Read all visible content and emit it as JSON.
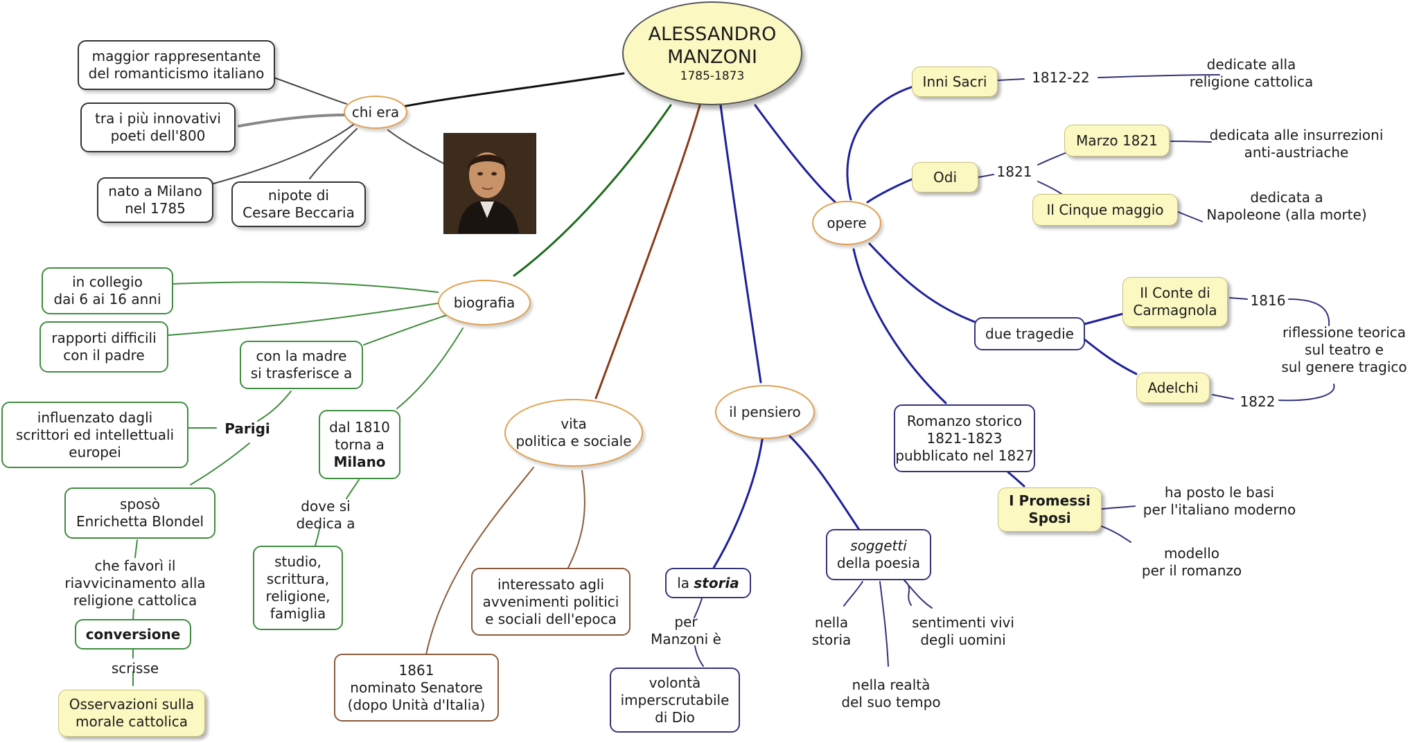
{
  "center": {
    "title_line1": "ALESSANDRO",
    "title_line2": "MANZONI",
    "years": "1785-1873"
  },
  "chi_era": {
    "label": "chi era",
    "rappresentante": [
      "maggior rappresentante",
      "del romanticismo italiano"
    ],
    "innovativi": [
      "tra i più innovativi",
      "poeti dell'800"
    ],
    "nato": [
      "nato a Milano",
      "nel 1785"
    ],
    "nipote": [
      "nipote di",
      "Cesare Beccaria"
    ]
  },
  "biografia": {
    "label": "biografia",
    "collegio": [
      "in collegio",
      "dai 6 ai 16 anni"
    ],
    "rapporti": [
      "rapporti difficili",
      "con il padre"
    ],
    "madre": [
      "con la madre",
      "si trasferisce a"
    ],
    "parigi": "Parigi",
    "influenzato": [
      "influenzato dagli",
      "scrittori ed intellettuali",
      "europei"
    ],
    "sposo": [
      "sposò",
      "Enrichetta Blondel"
    ],
    "favori": [
      "che favorì il",
      "riavvicinamento alla",
      "religione cattolica"
    ],
    "conversione": "conversione",
    "scrisse": "scrisse",
    "osservazioni": [
      "Osservazioni sulla",
      "morale cattolica"
    ],
    "dal1810": [
      "dal 1810",
      "torna a"
    ],
    "milano": "Milano",
    "dove": [
      "dove si",
      "dedica a"
    ],
    "studio": [
      "studio,",
      "scrittura,",
      "religione,",
      "famiglia"
    ]
  },
  "vita": {
    "label": [
      "vita",
      "politica e sociale"
    ],
    "senatore": [
      "1861",
      "nominato Senatore",
      "(dopo Unità d'Italia)"
    ],
    "interessato": [
      "interessato agli",
      "avvenimenti politici",
      "e sociali dell'epoca"
    ]
  },
  "pensiero": {
    "label": "il pensiero",
    "la": "la",
    "storia": "storia",
    "per": [
      "per",
      "Manzoni è"
    ],
    "volonta": [
      "volontà",
      "imperscrutabile",
      "di Dio"
    ],
    "soggetti": "soggetti",
    "della_poesia": "della poesia",
    "nella_storia": [
      "nella",
      "storia"
    ],
    "sentimenti": [
      "sentimenti vivi",
      "degli uomini"
    ],
    "realta": [
      "nella realtà",
      "del suo tempo"
    ]
  },
  "opere": {
    "label": "opere",
    "inni": "Inni Sacri",
    "inni_year": "1812-22",
    "inni_desc": [
      "dedicate alla",
      "religione cattolica"
    ],
    "odi": "Odi",
    "odi_year": "1821",
    "marzo": "Marzo 1821",
    "marzo_desc": [
      "dedicata alle insurrezioni",
      "anti-austriache"
    ],
    "cinque": "Il Cinque maggio",
    "cinque_desc": [
      "dedicata a",
      "Napoleone (alla morte)"
    ],
    "tragedie": "due tragedie",
    "conte": [
      "Il Conte di",
      "Carmagnola"
    ],
    "conte_year": "1816",
    "adelchi": "Adelchi",
    "adelchi_year": "1822",
    "riflessione": [
      "riflessione teorica",
      "sul teatro e",
      "sul genere tragico"
    ],
    "romanzo": [
      "Romanzo storico",
      "1821-1823",
      "pubblicato nel 1827"
    ],
    "promessi": [
      "I Promessi",
      "Sposi"
    ],
    "basi": [
      "ha posto le basi",
      "per l'italiano moderno"
    ],
    "modello": [
      "modello",
      "per il romanzo"
    ]
  }
}
